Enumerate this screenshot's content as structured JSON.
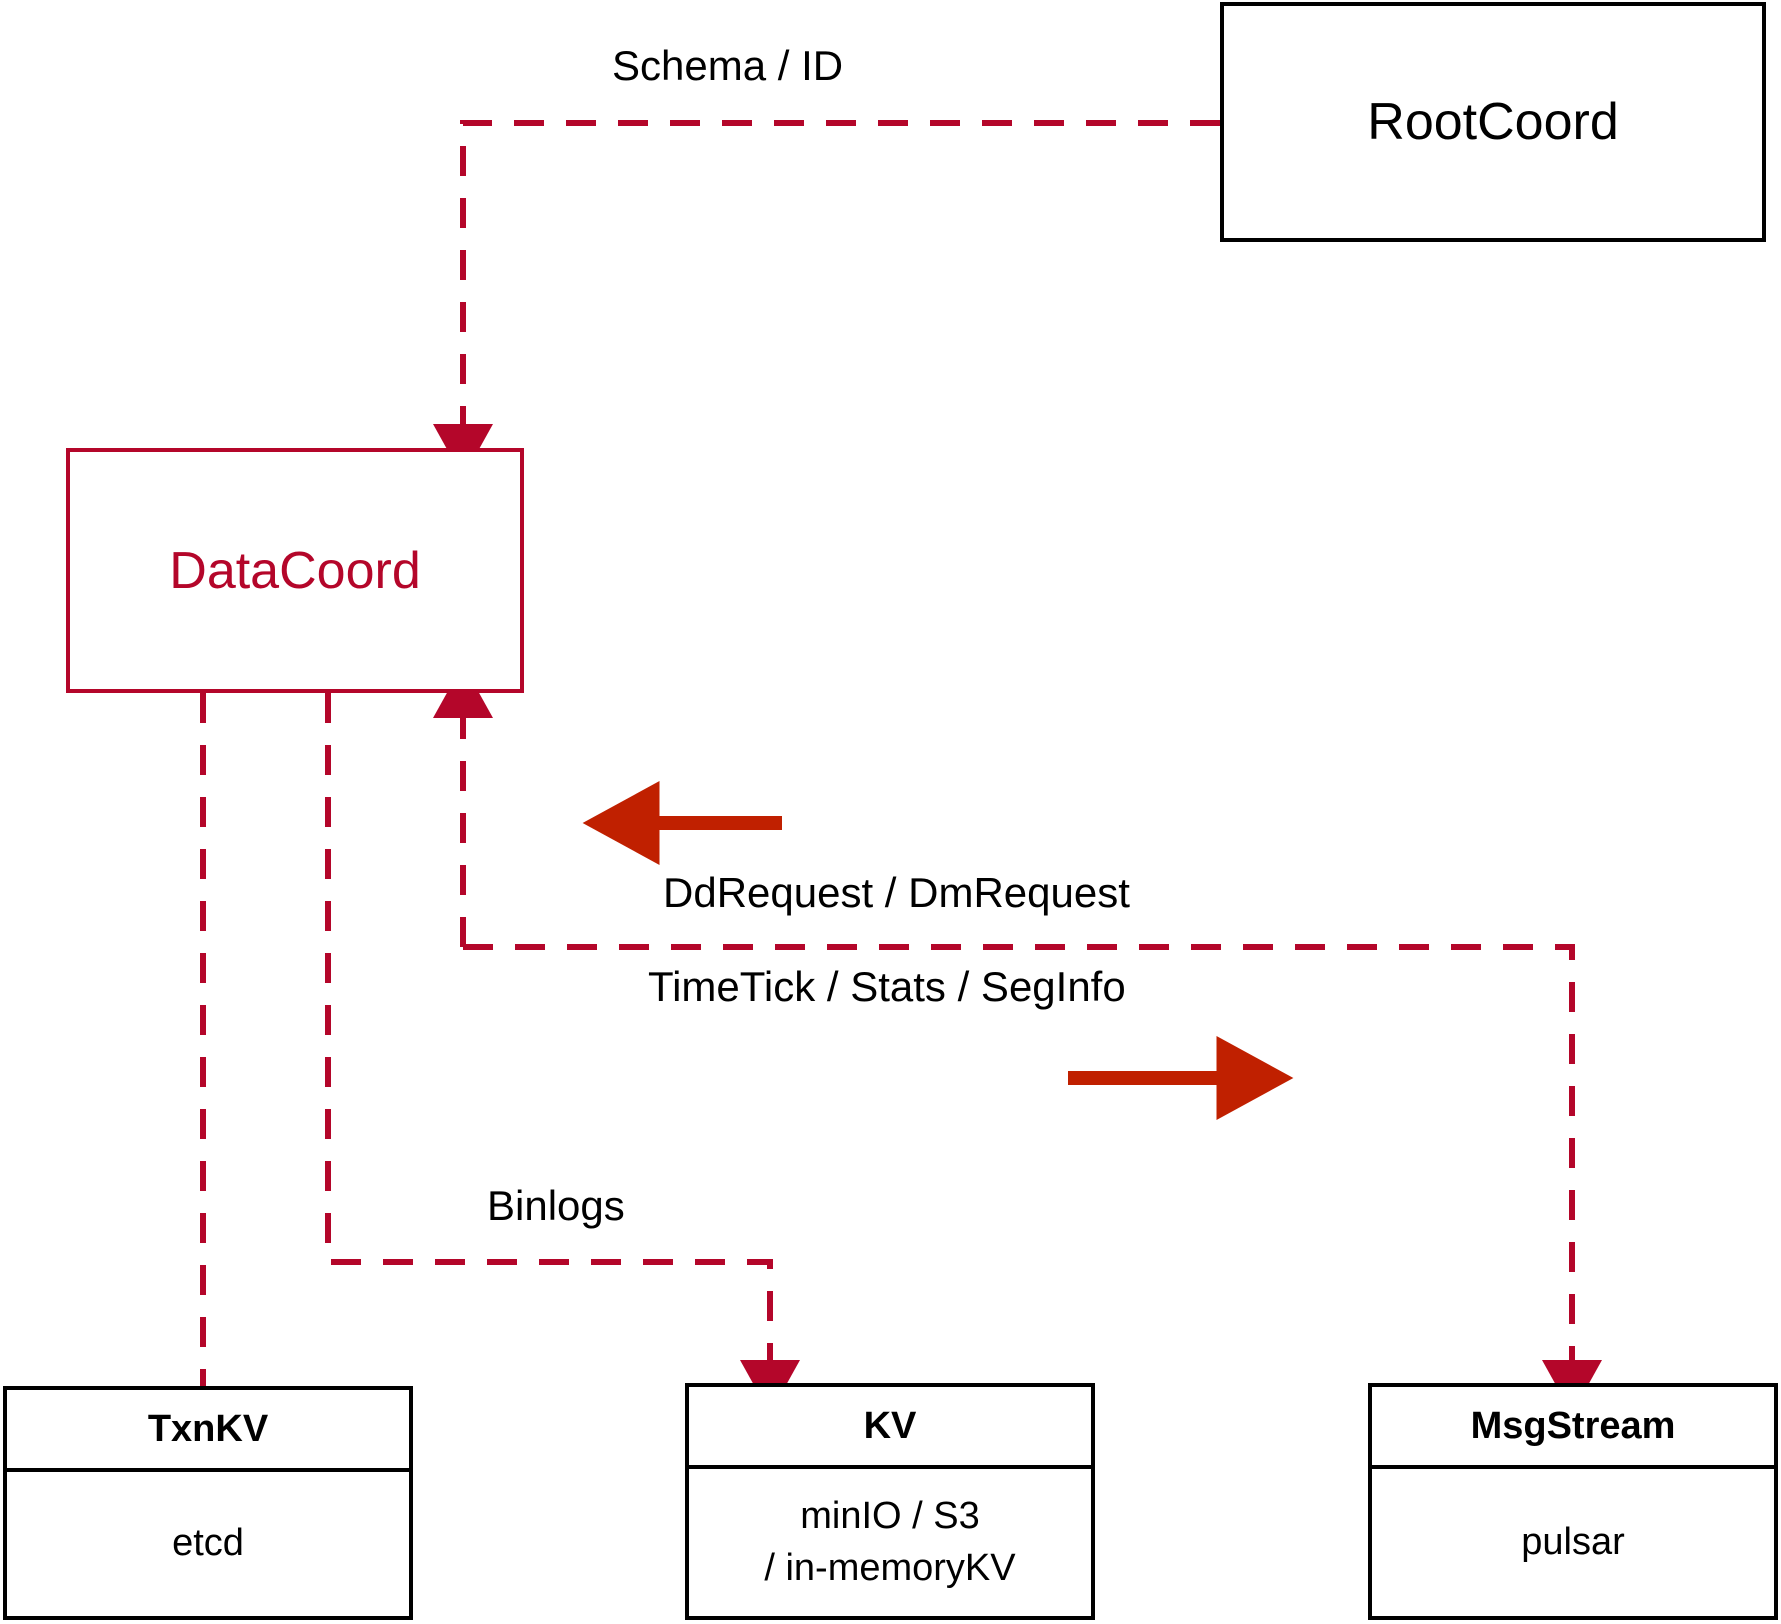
{
  "diagram": {
    "title": "DataCoord component interaction diagram",
    "accent_color": "#B4062A",
    "arrow_color": "#C02000",
    "line_color": "#000000",
    "background": "#ffffff",
    "nodes": [
      {
        "id": "rootcoord",
        "name": "RootCoord",
        "style": "plain",
        "label": "RootCoord"
      },
      {
        "id": "datacoord",
        "name": "DataCoord",
        "style": "accent",
        "label": "DataCoord"
      },
      {
        "id": "txnkv",
        "name": "TxnKV",
        "style": "split",
        "header": "TxnKV",
        "body_lines": [
          "etcd"
        ]
      },
      {
        "id": "kv",
        "name": "KV",
        "style": "split",
        "header": "KV",
        "body_lines": [
          "minIO / S3",
          "/ in-memoryKV"
        ]
      },
      {
        "id": "msgstream",
        "name": "MsgStream",
        "style": "split",
        "header": "MsgStream",
        "body_lines": [
          "pulsar"
        ]
      }
    ],
    "edge_labels": [
      {
        "id": "schema-id",
        "text": "Schema / ID"
      },
      {
        "id": "dd-dm-request",
        "text": "DdRequest / DmRequest"
      },
      {
        "id": "timetick-stats-seginfo",
        "text": "TimeTick / Stats / SegInfo"
      },
      {
        "id": "binlogs",
        "text": "Binlogs"
      }
    ],
    "edges": [
      {
        "from": "rootcoord",
        "to": "datacoord",
        "label": "Schema / ID",
        "style": "dashed",
        "arrow": "to"
      },
      {
        "from": "msgstream",
        "to": "datacoord",
        "label": "DdRequest / DmRequest",
        "style": "solid",
        "arrow": "left"
      },
      {
        "from": "datacoord",
        "to": "msgstream",
        "label": "TimeTick / Stats / SegInfo",
        "style": "dashed",
        "arrow": "to"
      },
      {
        "from": "datacoord",
        "to": "kv",
        "label": "Binlogs",
        "style": "dashed",
        "arrow": "to"
      },
      {
        "from": "datacoord",
        "to": "txnkv",
        "label": "",
        "style": "dashed",
        "arrow": "none"
      }
    ]
  }
}
